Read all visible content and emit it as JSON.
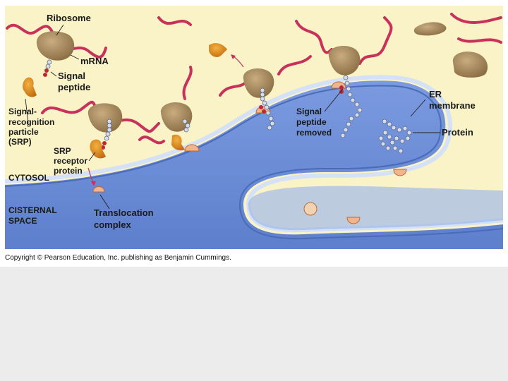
{
  "figure": {
    "labels": {
      "ribosome": "Ribosome",
      "mrna": "mRNA",
      "signal_peptide": [
        "Signal",
        "peptide"
      ],
      "srp": [
        "Signal-",
        "recognition",
        "particle",
        "(SRP)"
      ],
      "srp_receptor": [
        "SRP",
        "receptor",
        "protein"
      ],
      "cytosol": "CYTOSOL",
      "cisternal_space": [
        "CISTERNAL",
        "SPACE"
      ],
      "translocation_complex": [
        "Translocation",
        "complex"
      ],
      "signal_peptide_removed": [
        "Signal",
        "peptide",
        "removed"
      ],
      "er_membrane": [
        "ER",
        "membrane"
      ],
      "protein": "Protein"
    },
    "colors": {
      "cytosol_bg": "#faf3c8",
      "er_lumen": "#6f8fd8",
      "er_membrane": "#c9d7f4",
      "ribosome": "#a58a5e",
      "mrna": "#c8325a",
      "srp": "#e08a1c",
      "signal_peptide": "#c0282f",
      "translocation_complex": "#f2b48c",
      "protein_bead": "#d7dce8"
    }
  },
  "copyright": "Copyright © Pearson Education, Inc. publishing as Benjamin Cummings."
}
